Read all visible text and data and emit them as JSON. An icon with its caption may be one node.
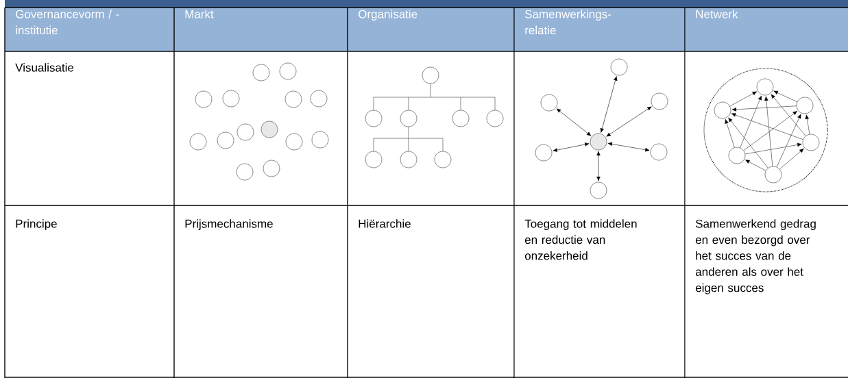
{
  "diagram": {
    "labels": [
      "Governancevorm / - institutie",
      "Markt",
      "Organisatie",
      "Samenwerkings-relatie",
      "Netwerk",
      "Visualisatie",
      "Principe",
      "Prijsmechanisme",
      "Hiërarchie",
      "Toegang tot middelen en reductie van onzekerheid",
      "Samenwerkend gedrag en even bezorgd over het succes van de anderen als over het eigen succes"
    ]
  }
}
